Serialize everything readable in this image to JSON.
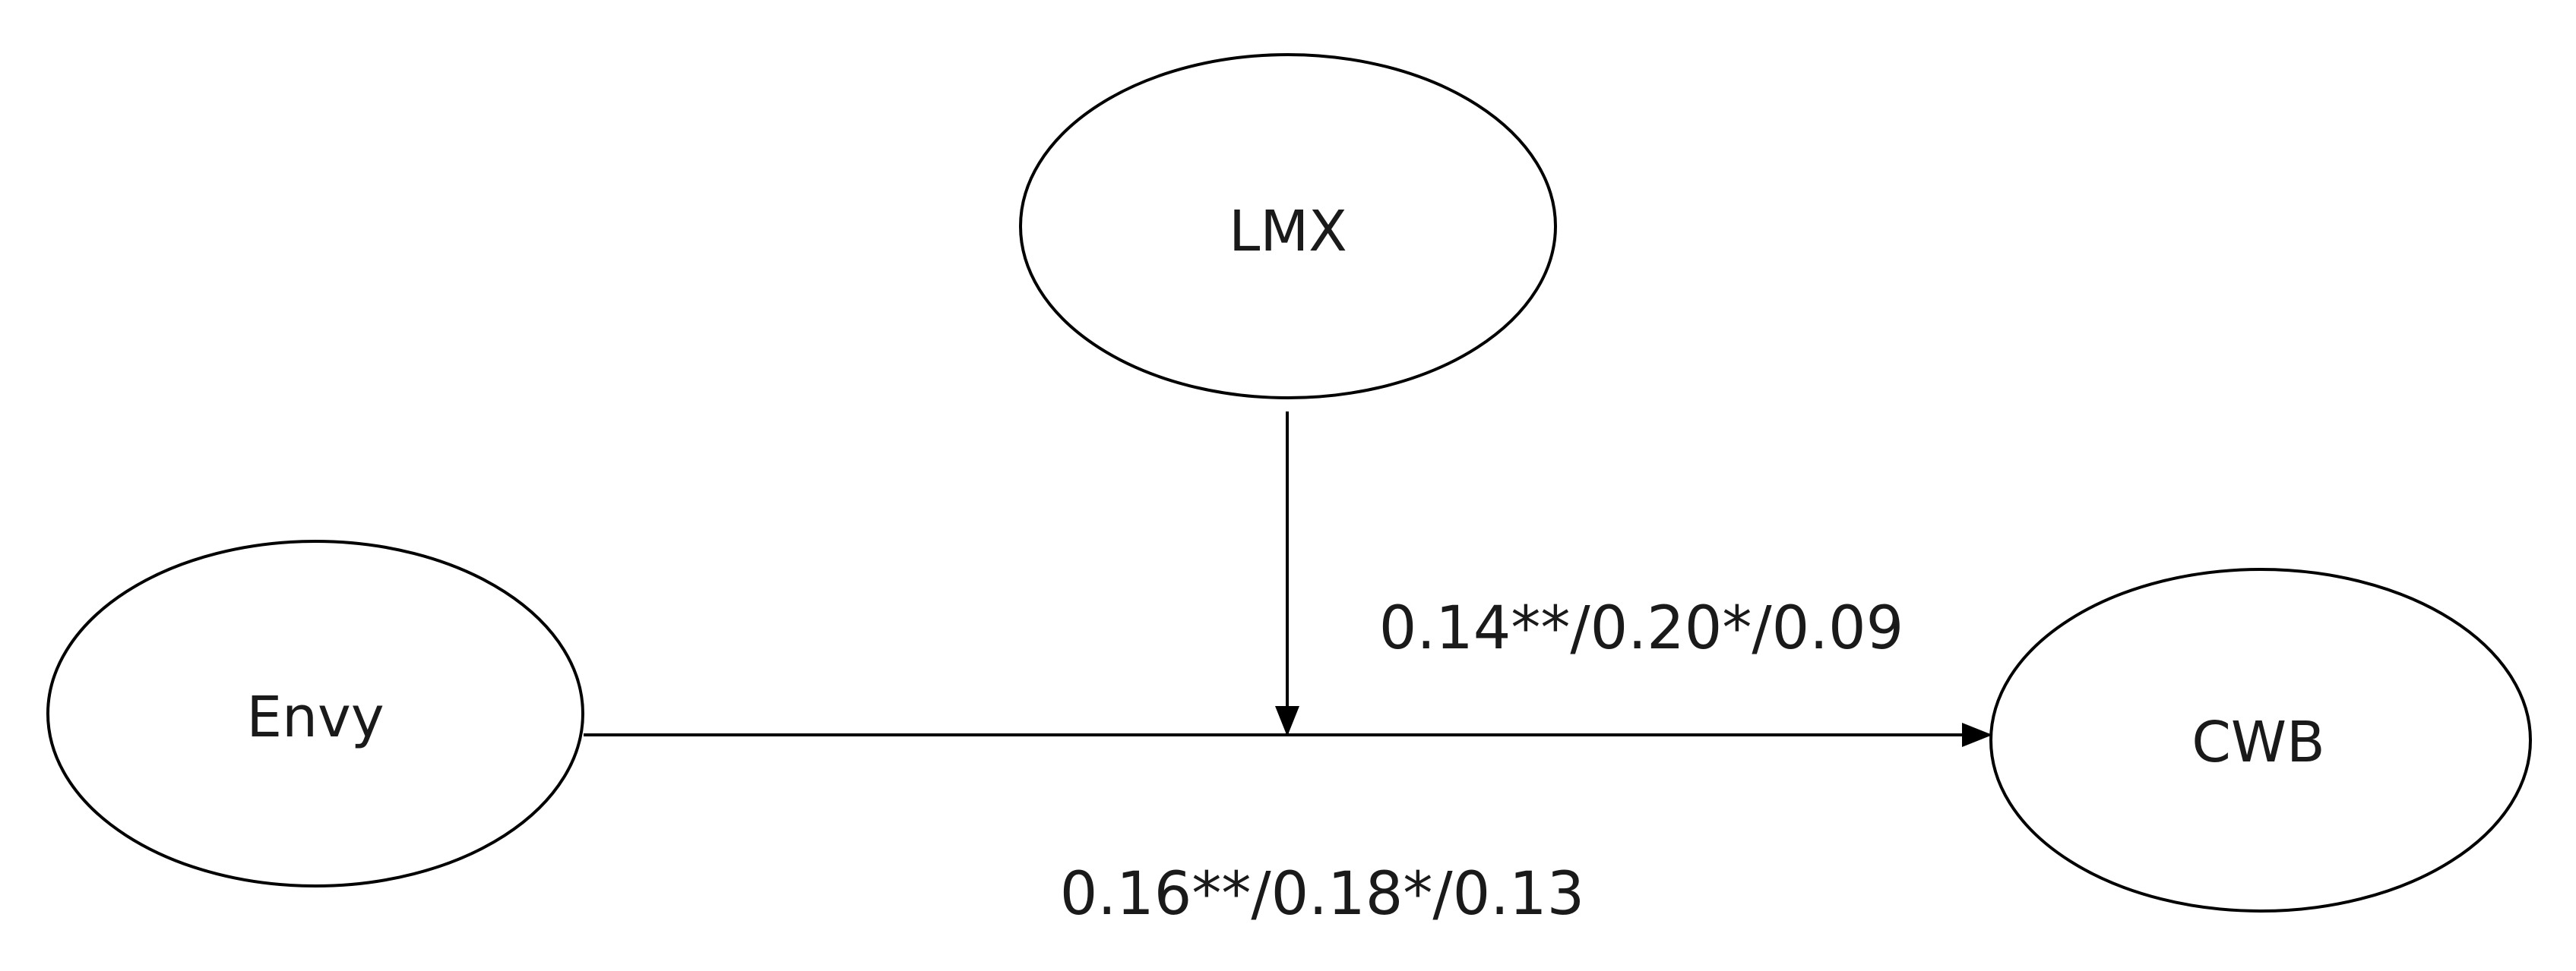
{
  "nodes": {
    "lmx": {
      "label": "LMX"
    },
    "envy": {
      "label": "Envy"
    },
    "cwb": {
      "label": "CWB"
    }
  },
  "edges": {
    "moderation": {
      "label": "0.14**/0.20*/0.09"
    },
    "main_effect": {
      "label": "0.16**/0.18*/0.13"
    }
  }
}
